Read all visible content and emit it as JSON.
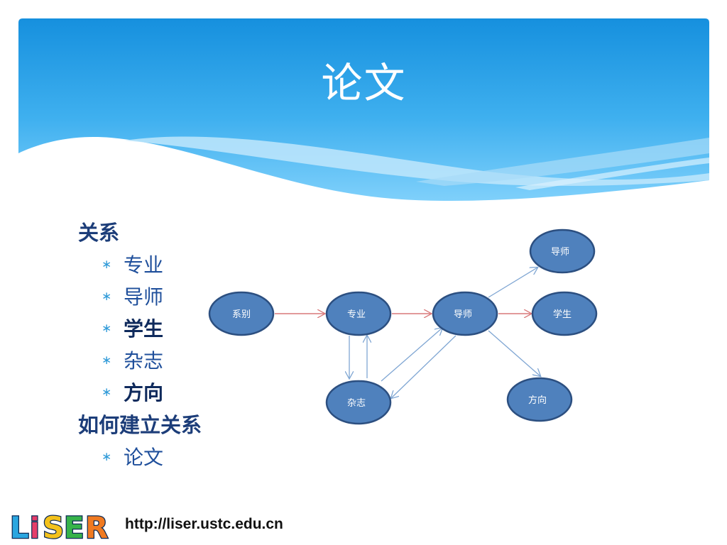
{
  "slide": {
    "title": "论文",
    "outline": [
      {
        "text": "关系",
        "level": 1
      },
      {
        "text": "专业",
        "level": 2,
        "style": "light"
      },
      {
        "text": "导师",
        "level": 2,
        "style": "light"
      },
      {
        "text": "学生",
        "level": 2,
        "style": "bold"
      },
      {
        "text": "杂志",
        "level": 2,
        "style": "light"
      },
      {
        "text": "方向",
        "level": 2,
        "style": "bold"
      },
      {
        "text": "如何建立关系",
        "level": 1
      },
      {
        "text": "论文",
        "level": 2,
        "style": "light"
      }
    ],
    "bullet_glyph": "∗"
  },
  "diagram": {
    "nodes": {
      "dept": "系别",
      "major": "专业",
      "advisor": "导师",
      "advisor_top": "导师",
      "student": "学生",
      "journal": "杂志",
      "direction": "方向"
    },
    "colors": {
      "node_fill": "#4f81bd",
      "node_stroke": "#2c4f80",
      "red_edge": "#d9797a",
      "blue_edge": "#7fa6d3"
    }
  },
  "footer": {
    "logo_text": "LiSER",
    "url": "http://liser.ustc.edu.cn"
  }
}
